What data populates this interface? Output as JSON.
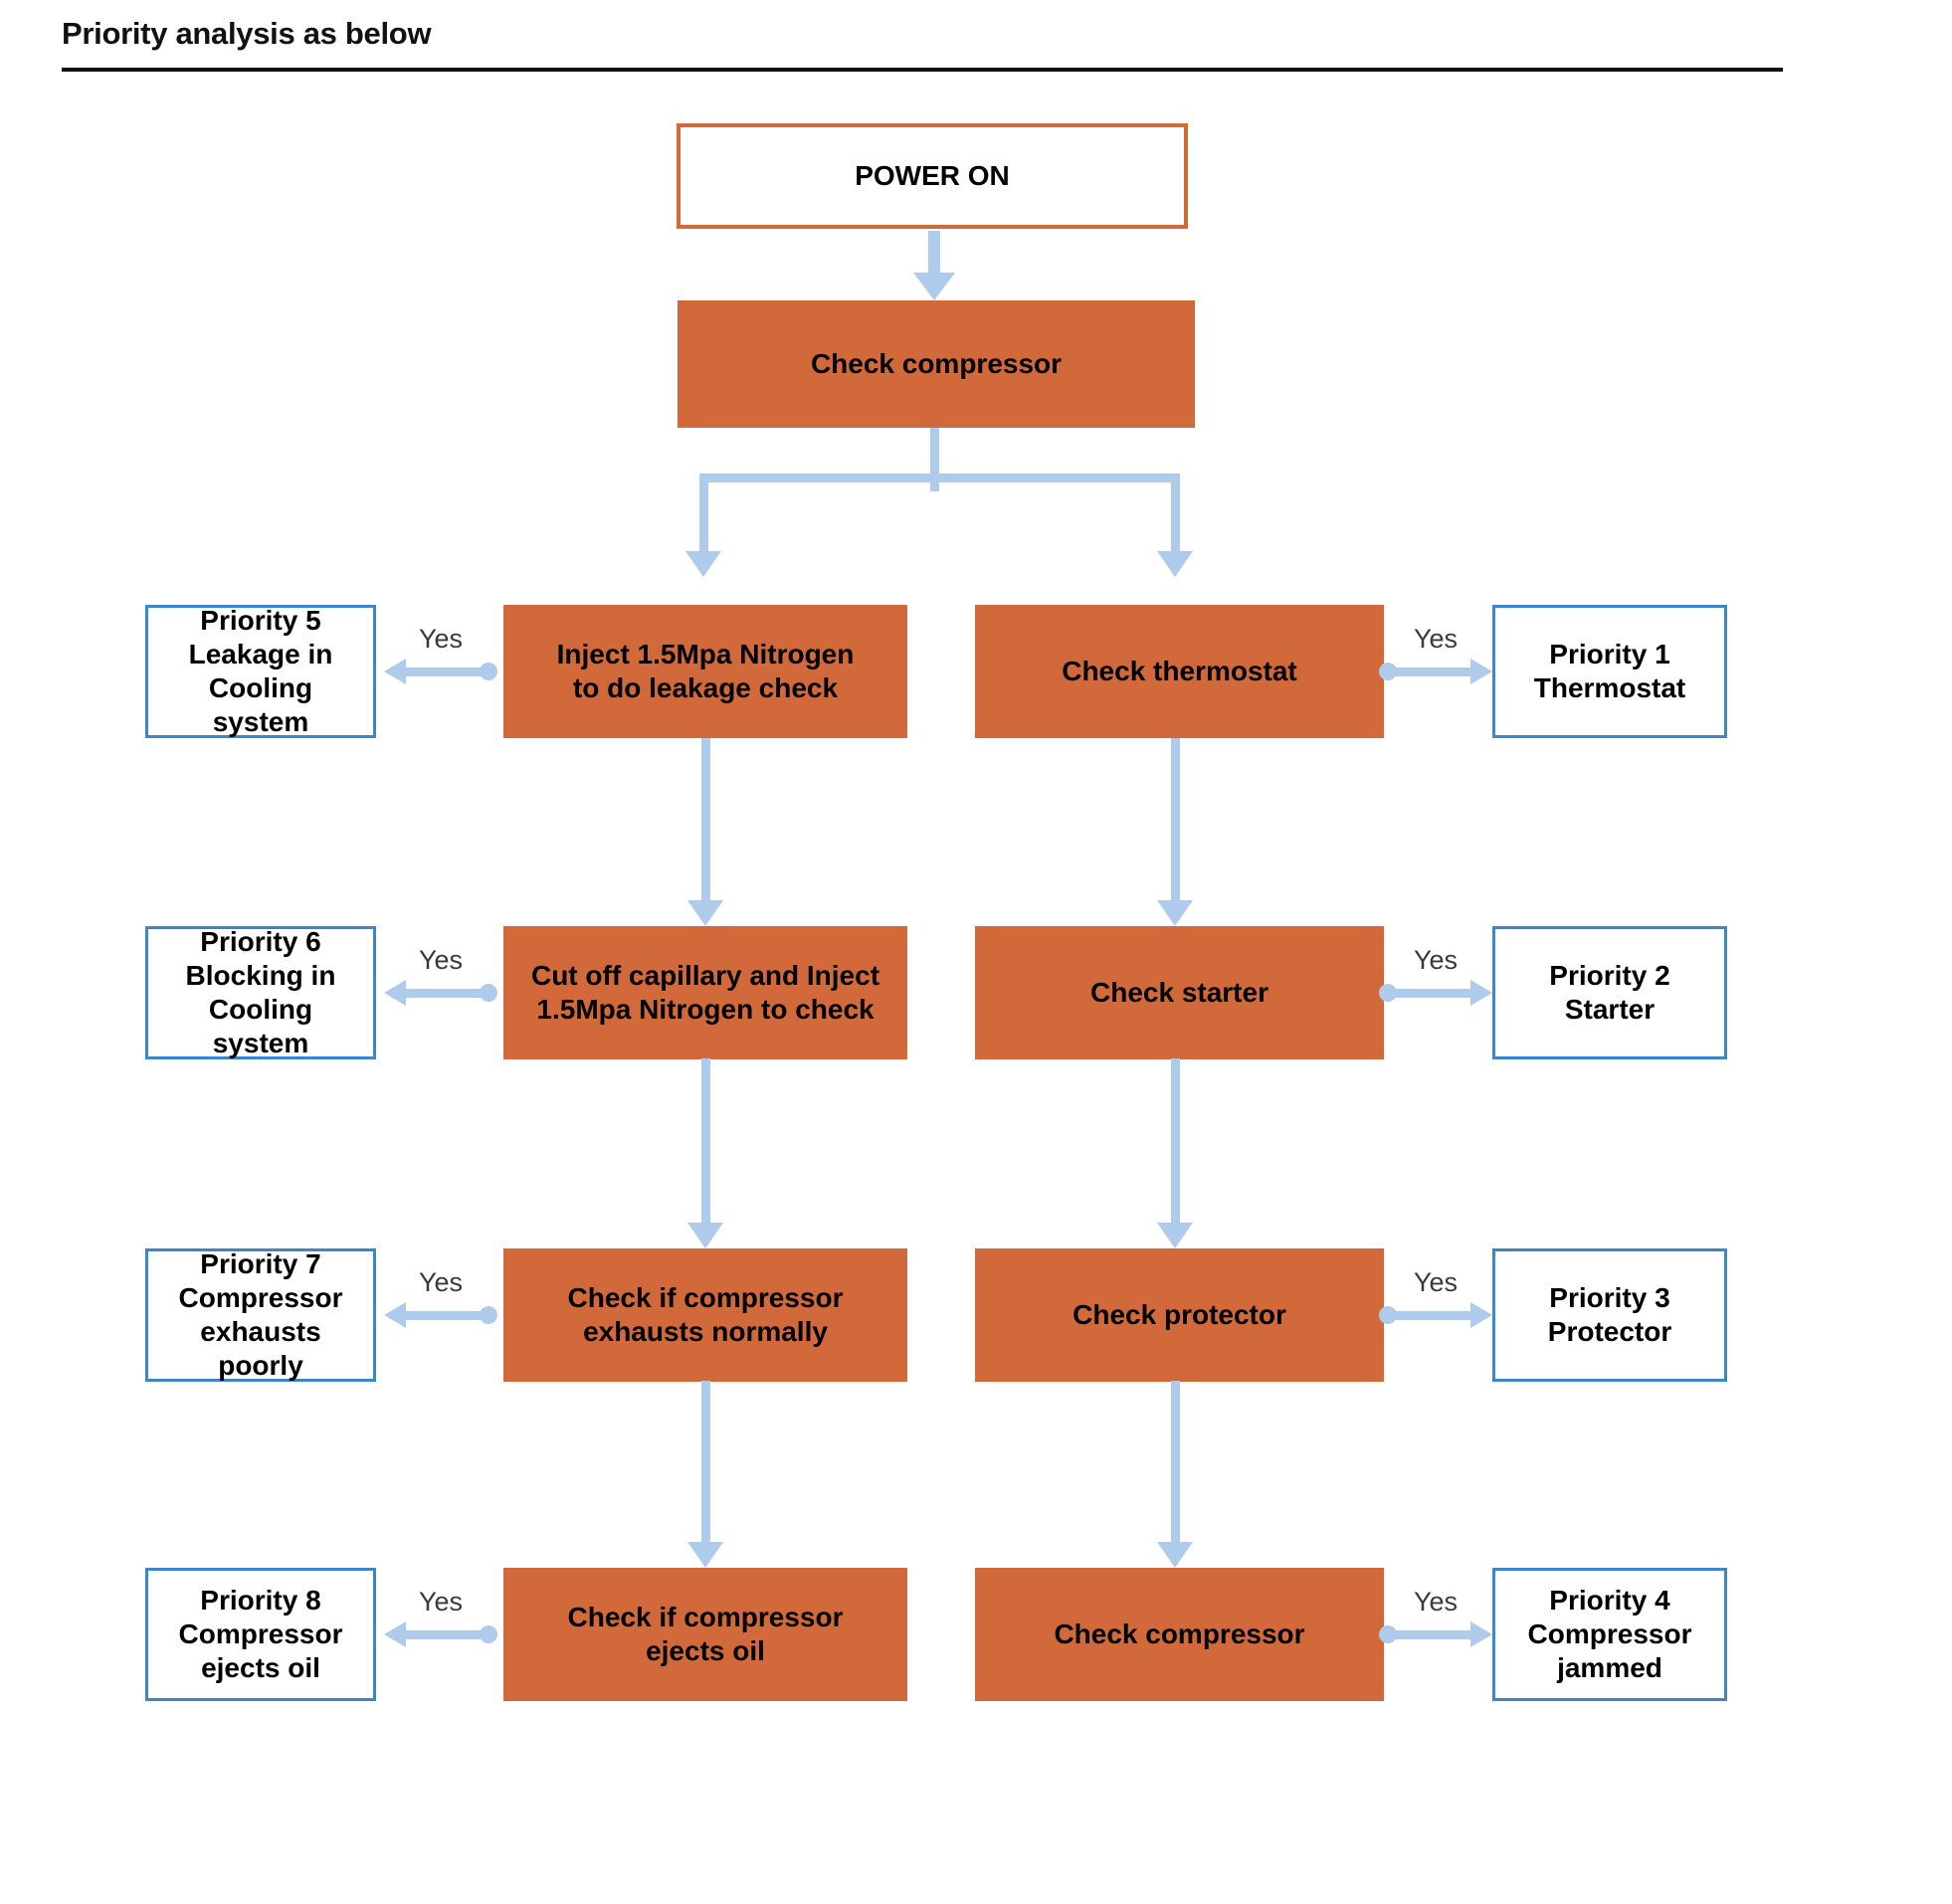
{
  "title": "Priority analysis as below",
  "flow": {
    "start": "POWER ON",
    "root": "Check compressor",
    "yes_label": "Yes",
    "rows": [
      {
        "left_priority": "Priority 5\nLeakage in\nCooling system",
        "left_action": "Inject 1.5Mpa Nitrogen\nto do leakage check",
        "right_action": "Check thermostat",
        "right_priority": "Priority 1\nThermostat"
      },
      {
        "left_priority": "Priority 6\nBlocking in\nCooling system",
        "left_action": "Cut off capillary and Inject\n1.5Mpa Nitrogen to check",
        "right_action": "Check starter",
        "right_priority": "Priority 2\nStarter"
      },
      {
        "left_priority": "Priority 7\nCompressor\nexhausts poorly",
        "left_action": "Check if compressor\nexhausts normally",
        "right_action": "Check protector",
        "right_priority": "Priority 3\nProtector"
      },
      {
        "left_priority": "Priority 8\nCompressor\nejects oil",
        "left_action": "Check if compressor\nejects oil",
        "right_action": "Check compressor",
        "right_priority": "Priority 4\nCompressor\njammed"
      }
    ]
  },
  "colors": {
    "action_fill": "#D2693A",
    "start_border": "#D2693A",
    "priority_border": "#3D86C8",
    "arrow": "#AECBEB",
    "yes_text": "#3A3A3A"
  }
}
